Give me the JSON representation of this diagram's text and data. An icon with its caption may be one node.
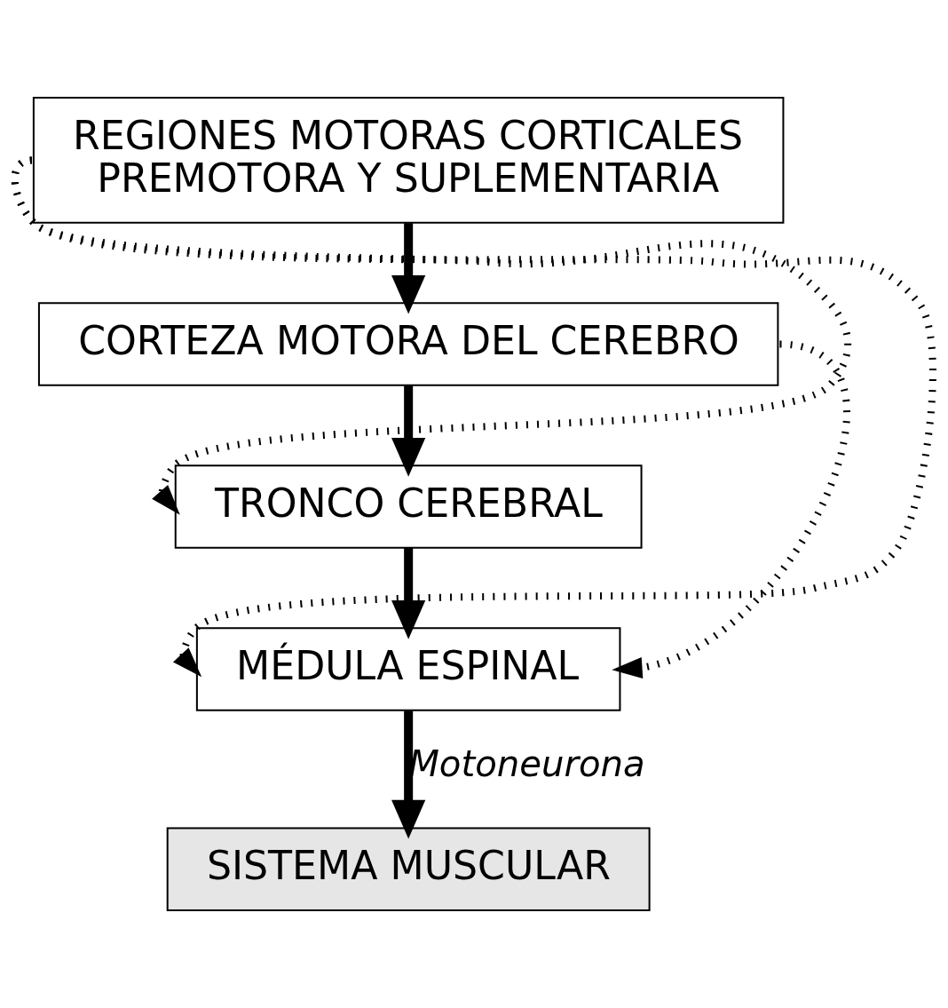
{
  "diagram": {
    "nodes": [
      {
        "text": [
          "REGIONES MOTORAS CORTICALES PREMOTORA Y SUPLEMENTARIA"
        ]
      },
      {
        "text": [
          "CORTEZA MOTORA DEL CEREBRO"
        ]
      },
      {
        "text": [
          "TRONCO CEREBRAL"
        ]
      },
      {
        "text": [
          "MÉDULA ESPINAL"
        ]
      },
      {
        "text": [
          "SISTEMA MUSCULAR"
        ]
      }
    ],
    "edges": [
      {
        "from": 0,
        "to": 1,
        "arrow": "to"
      },
      {
        "from": 1,
        "to": 2,
        "arrow": "to"
      },
      {
        "from": 2,
        "to": 3,
        "arrow": "to"
      },
      {
        "from": 3,
        "to": 4,
        "arrow": "to",
        "label": "Motoneurona"
      },
      {
        "from": 0,
        "to": 2,
        "arrow": "to",
        "style": "dashed"
      },
      {
        "from": 0,
        "to": 3,
        "arrow": "to",
        "style": "dashed"
      },
      {
        "from": 1,
        "to": 3,
        "arrow": "to",
        "style": "dashed"
      }
    ]
  }
}
